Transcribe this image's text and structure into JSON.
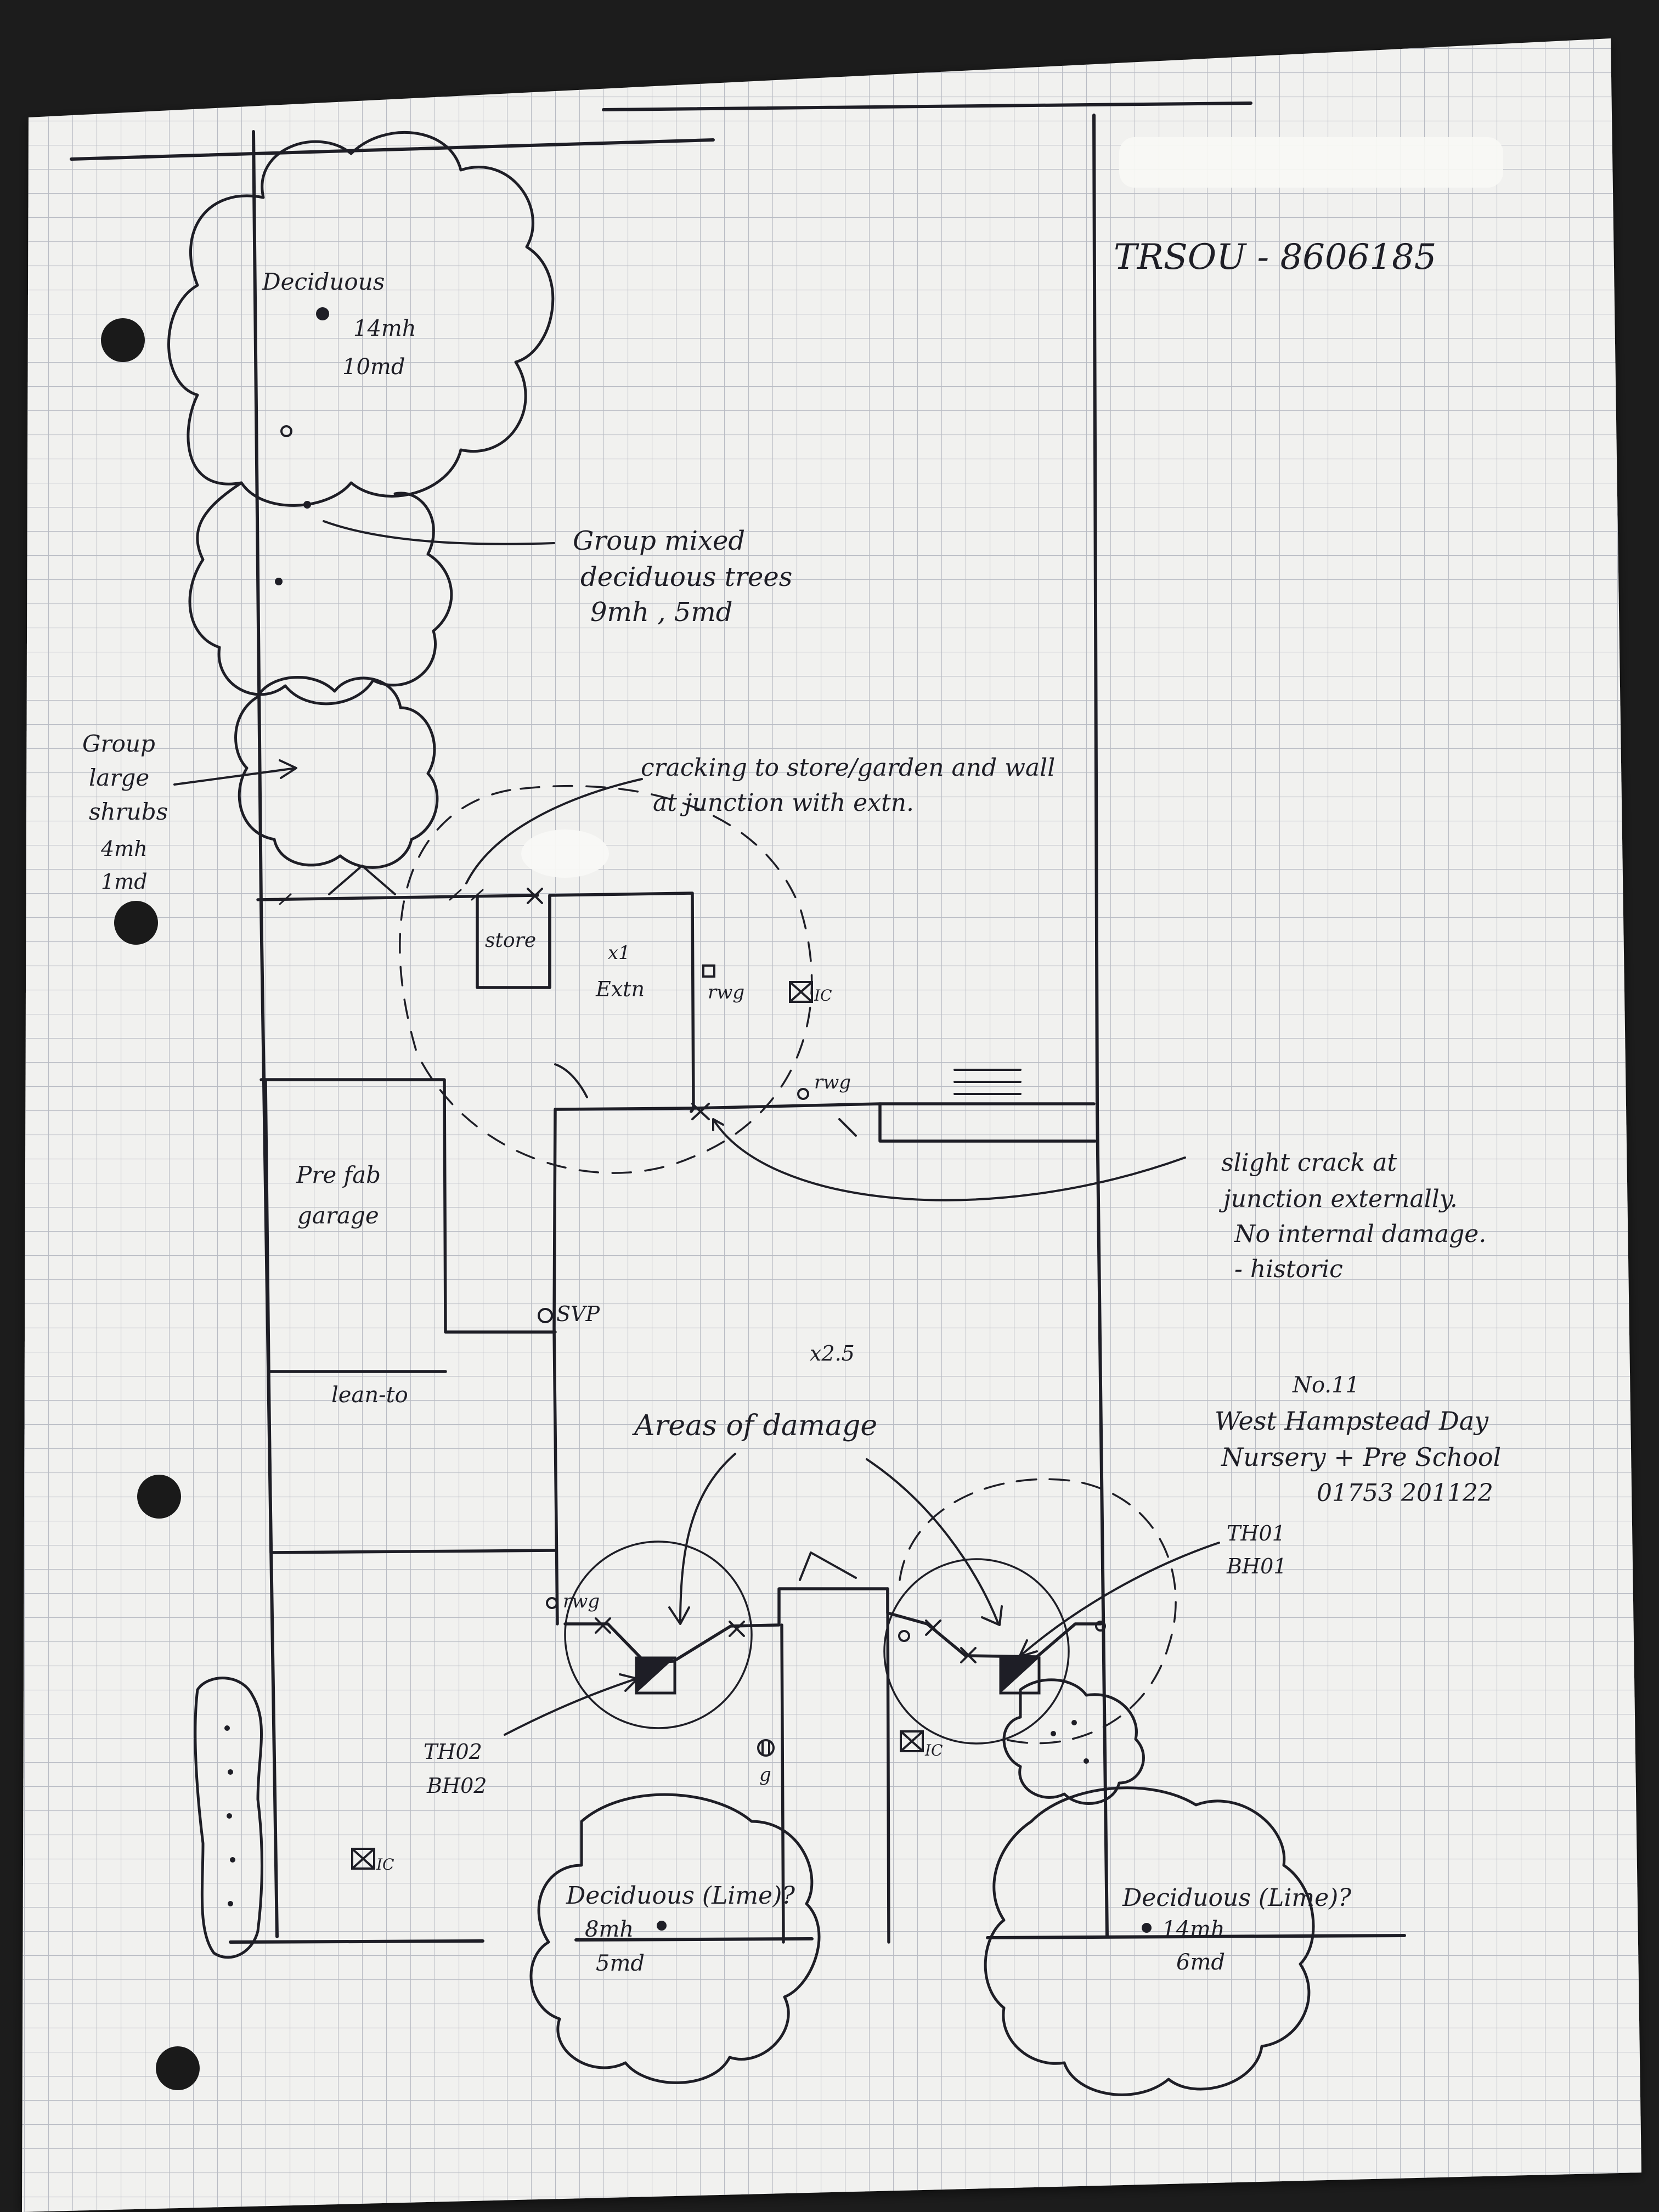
{
  "sheet": {
    "paper_color": "#f1f1ef",
    "grid_color": "#b9bcc4",
    "ink_color": "#1e1e26",
    "background_color": "#1c1c1c"
  },
  "header": {
    "reference": "TRSOU - 8606185"
  },
  "trees": {
    "rear_deciduous": {
      "species": "Deciduous",
      "height": "14mh",
      "spread": "10md"
    },
    "group_mixed": {
      "line1": "Group mixed",
      "line2": "deciduous trees",
      "line3": "9mh , 5md"
    },
    "group_shrubs": {
      "line1": "Group",
      "line2": "large",
      "line3": "shrubs",
      "line4": "4mh",
      "line5": "1md"
    },
    "front_left": {
      "species": "Deciduous (Lime)?",
      "height": "8mh",
      "spread": "5md"
    },
    "front_right": {
      "species": "Deciduous (Lime)?",
      "height": "14mh",
      "spread": "6md"
    }
  },
  "building": {
    "store": "store",
    "extension_storey": "x1",
    "extension": "Extn",
    "rwg_ext": "rwg",
    "rwg_rear": "rwg",
    "rwg_front": "rwg",
    "ic_rear": "IC",
    "ic_front": "IC",
    "ic_garden": "IC",
    "prefab_line1": "Pre fab",
    "prefab_line2": "garage",
    "leanto": "lean-to",
    "svp": "SVP",
    "main_storey": "x2.5",
    "gully": "g"
  },
  "notes": {
    "cracking_line1": "cracking to store/garden and wall",
    "cracking_line2": "at junction with extn.",
    "slight_line1": "slight crack at",
    "slight_line2": "junction externally.",
    "slight_line3": "No internal damage.",
    "slight_line4": "- historic",
    "damage": "Areas of damage"
  },
  "neighbour": {
    "number": "No.11",
    "line1": "West Hampstead Day",
    "line2": "Nursery + Pre School",
    "phone": "01753 201122"
  },
  "boreholes": {
    "th01": "TH01",
    "bh01": "BH01",
    "th02": "TH02",
    "bh02": "BH02"
  }
}
